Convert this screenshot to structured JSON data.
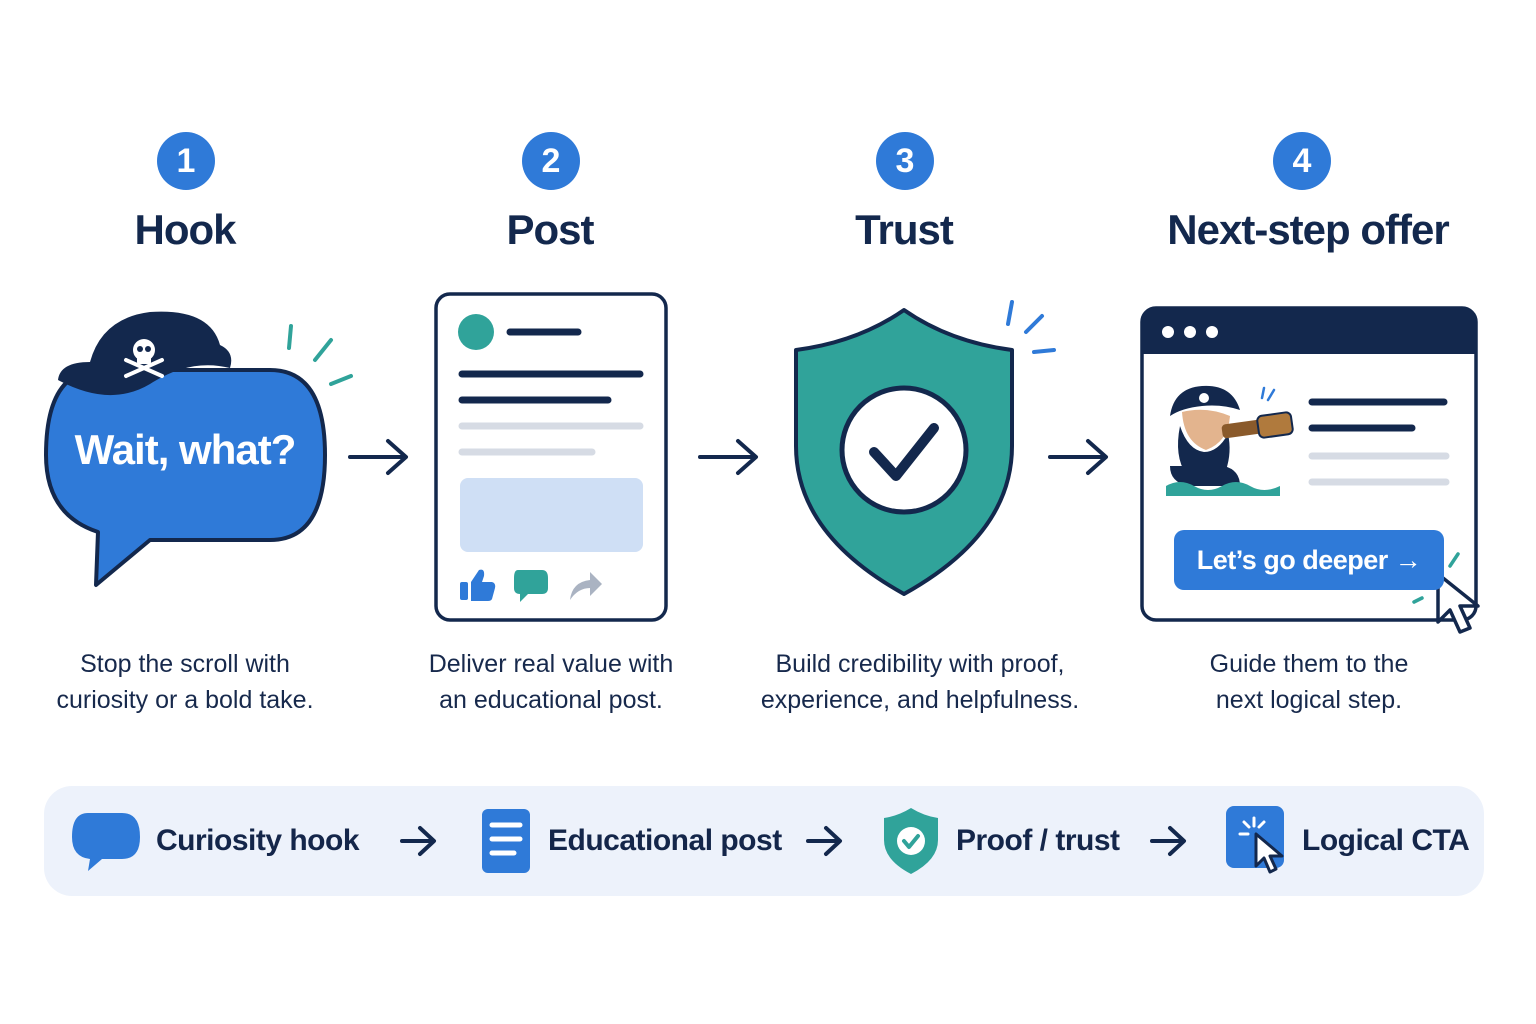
{
  "steps": [
    {
      "number": "1",
      "title": "Hook",
      "desc_line1": "Stop the scroll with",
      "desc_line2": "curiosity or a bold take."
    },
    {
      "number": "2",
      "title": "Post",
      "desc_line1": "Deliver real value with",
      "desc_line2": "an educational post."
    },
    {
      "number": "3",
      "title": "Trust",
      "desc_line1": "Build credibility with proof,",
      "desc_line2": "experience, and helpfulness."
    },
    {
      "number": "4",
      "title": "Next-step offer",
      "desc_line1": "Guide them to the",
      "desc_line2": "next logical step."
    }
  ],
  "hook_bubble": {
    "text": "Wait, what?"
  },
  "offer_window": {
    "cta_label": "Let’s go deeper →"
  },
  "summary_bar": {
    "items": [
      {
        "label": "Curiosity hook",
        "icon": "speech-bubble-icon"
      },
      {
        "label": "Educational post",
        "icon": "document-icon"
      },
      {
        "label": "Proof / trust",
        "icon": "shield-check-icon"
      },
      {
        "label": "Logical CTA",
        "icon": "cursor-click-icon"
      }
    ]
  },
  "colors": {
    "primary_blue": "#2f7ad8",
    "navy": "#13284d",
    "teal": "#30a39a",
    "light_blue": "#cfdff5",
    "bar_bg": "#edf2fb"
  }
}
